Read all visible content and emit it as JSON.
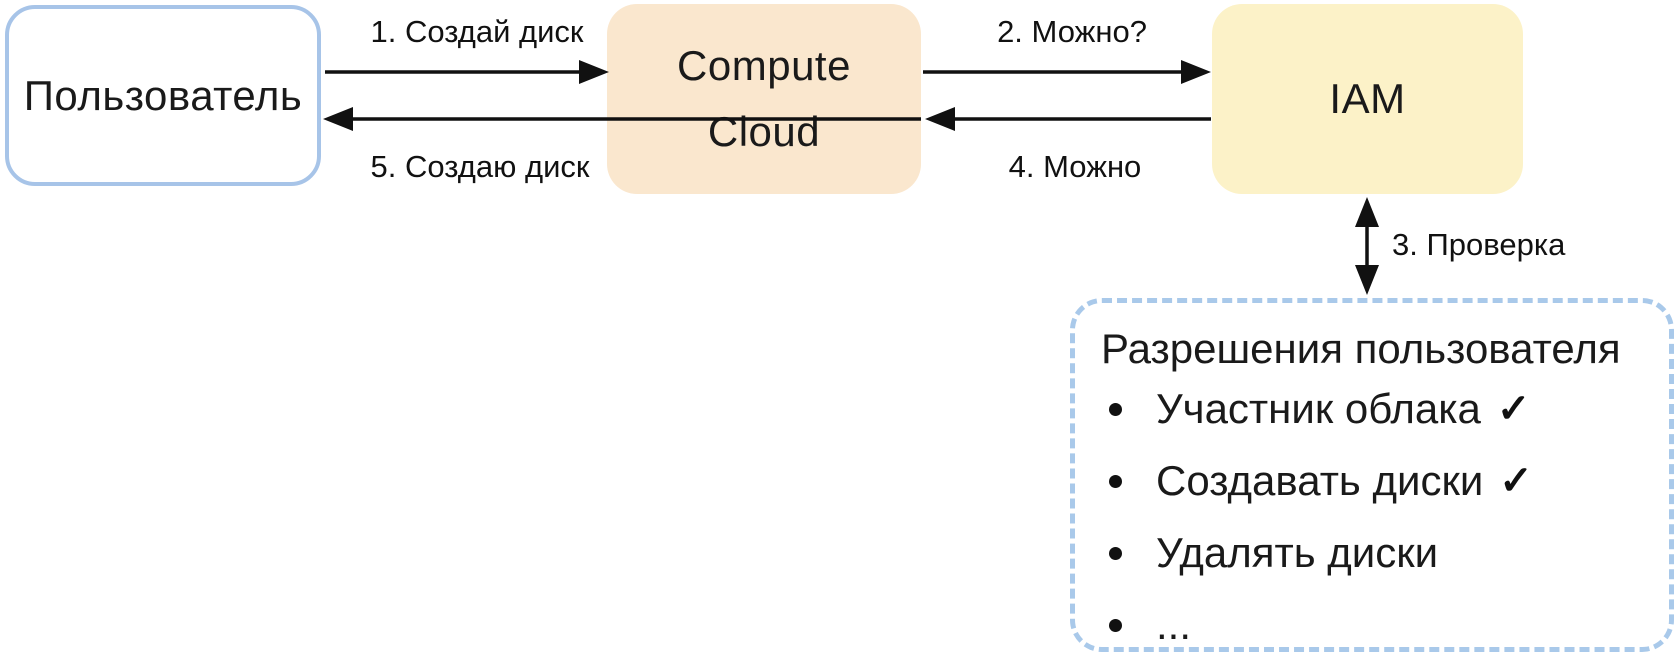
{
  "nodes": {
    "user": {
      "label": "Пользователь"
    },
    "compute": {
      "line1": "Compute",
      "line2": "Cloud"
    },
    "iam": {
      "label": "IAM"
    }
  },
  "arrows": {
    "a1": {
      "label": "1. Создай диск",
      "from": "user",
      "to": "compute",
      "bidirectional": false
    },
    "a2": {
      "label": "2. Можно?",
      "from": "compute",
      "to": "iam",
      "bidirectional": false
    },
    "a3": {
      "label": "3. Проверка",
      "from": "iam",
      "to": "permissions",
      "bidirectional": true
    },
    "a4": {
      "label": "4. Можно",
      "from": "iam",
      "to": "compute",
      "bidirectional": false
    },
    "a5": {
      "label": "5. Создаю диск",
      "from": "compute",
      "to": "user",
      "bidirectional": false
    }
  },
  "permissions": {
    "title": "Разрешения пользователя",
    "check_glyph": "✓",
    "items": [
      {
        "label": "Участник облака",
        "checked": true
      },
      {
        "label": "Создавать диски",
        "checked": true
      },
      {
        "label": "Удалять диски",
        "checked": false
      },
      {
        "label": "...",
        "checked": false
      }
    ]
  },
  "colors": {
    "user_border": "#a7c4e8",
    "compute_fill": "#fae7ce",
    "iam_fill": "#fcf2c8",
    "dashed_border": "#a9c9ea",
    "arrow": "#111111",
    "text": "#1a1a1a",
    "background": "#ffffff"
  }
}
